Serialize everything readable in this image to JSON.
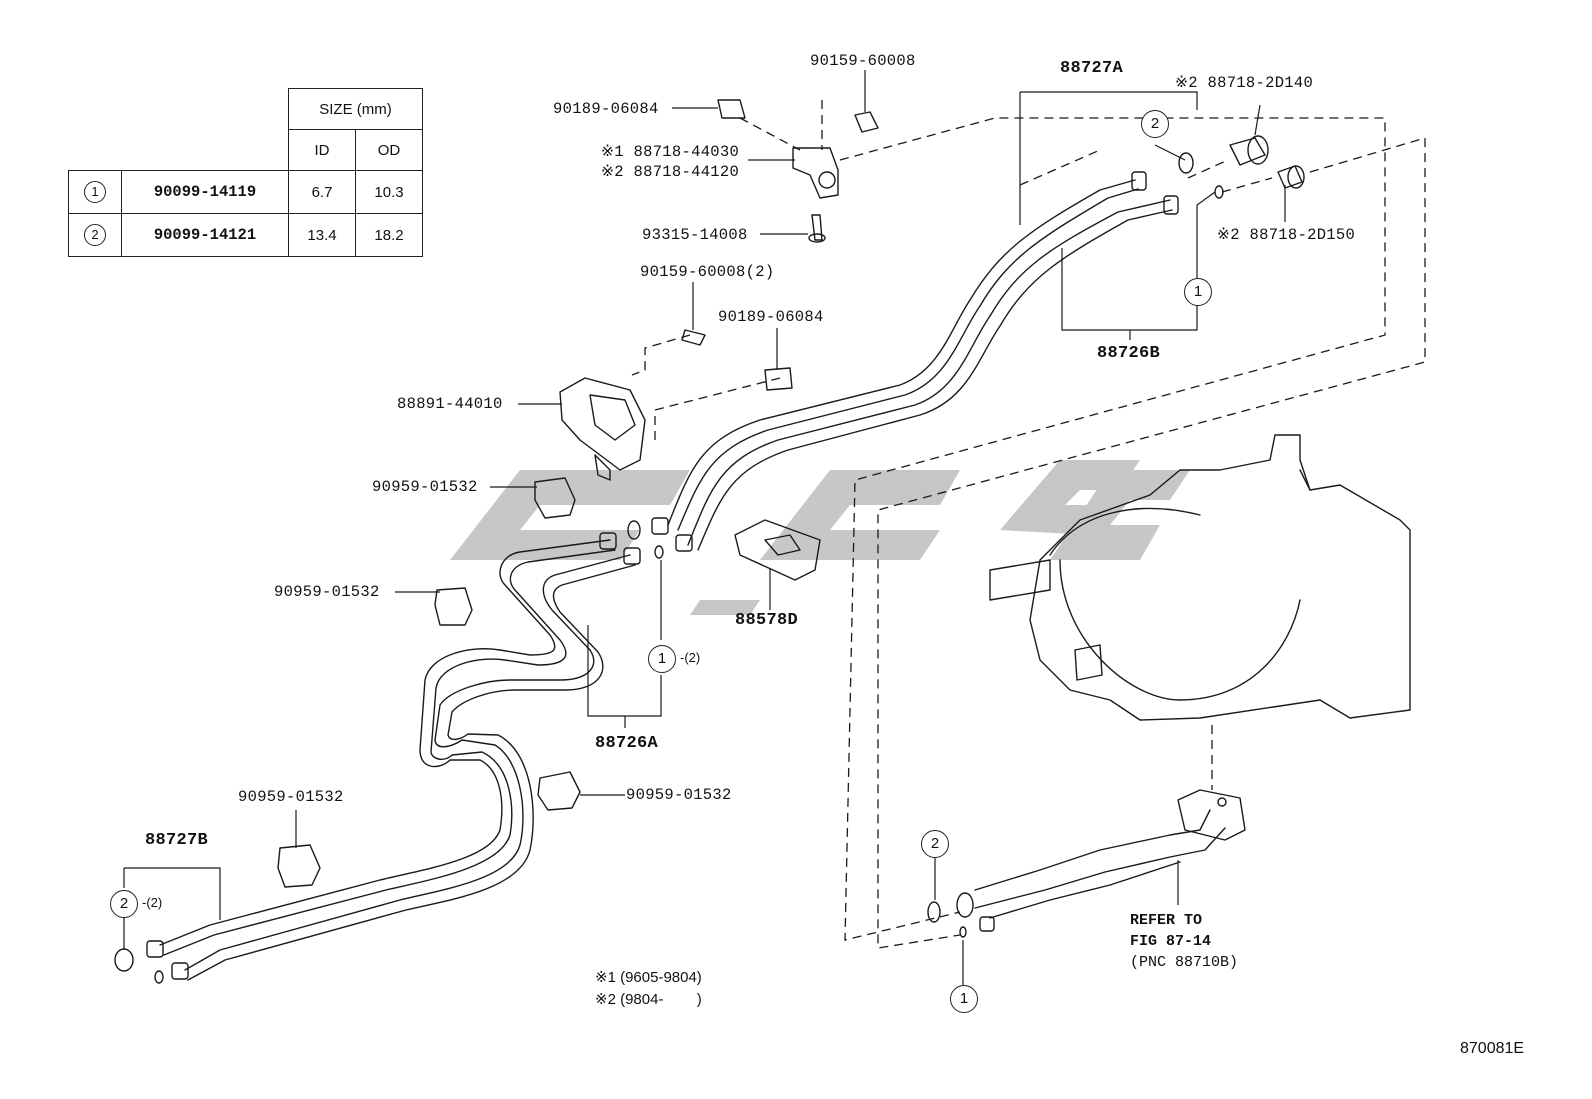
{
  "table": {
    "header": "SIZE (mm)",
    "col_id": "ID",
    "col_od": "OD",
    "rows": [
      {
        "num": "1",
        "part": "90099-14119",
        "id": "6.7",
        "od": "10.3"
      },
      {
        "num": "2",
        "part": "90099-14121",
        "id": "13.4",
        "od": "18.2"
      }
    ]
  },
  "labels": {
    "p90159_top": "90159-60008",
    "p88727A": "88727A",
    "p88718_2D140": "※2 88718-2D140",
    "p90189_top": "90189-06084",
    "p88718_44030": "※1 88718-44030",
    "p88718_44120": "※2 88718-44120",
    "p93315": "93315-14008",
    "p88718_2D150": "※2 88718-2D150",
    "p90159_2": "90159-60008(2)",
    "p90189_mid": "90189-06084",
    "p88726B": "88726B",
    "p88891": "88891-44010",
    "p90959_a": "90959-01532",
    "p90959_b": "90959-01532",
    "p88578D": "88578D",
    "p88726A": "88726A",
    "p90959_c": "90959-01532",
    "p90959_d": "90959-01532",
    "p88727B": "88727B",
    "qty2_a": "-(2)",
    "qty2_b": "-(2)",
    "refer1": "REFER TO",
    "refer2": "FIG 87-14",
    "refer3": "(PNC 88710B)",
    "note1": "※1 (9605-9804)",
    "note2": "※2 (9804-        )",
    "fig_code": "870081E"
  },
  "callouts": {
    "one": "1",
    "two": "2"
  }
}
